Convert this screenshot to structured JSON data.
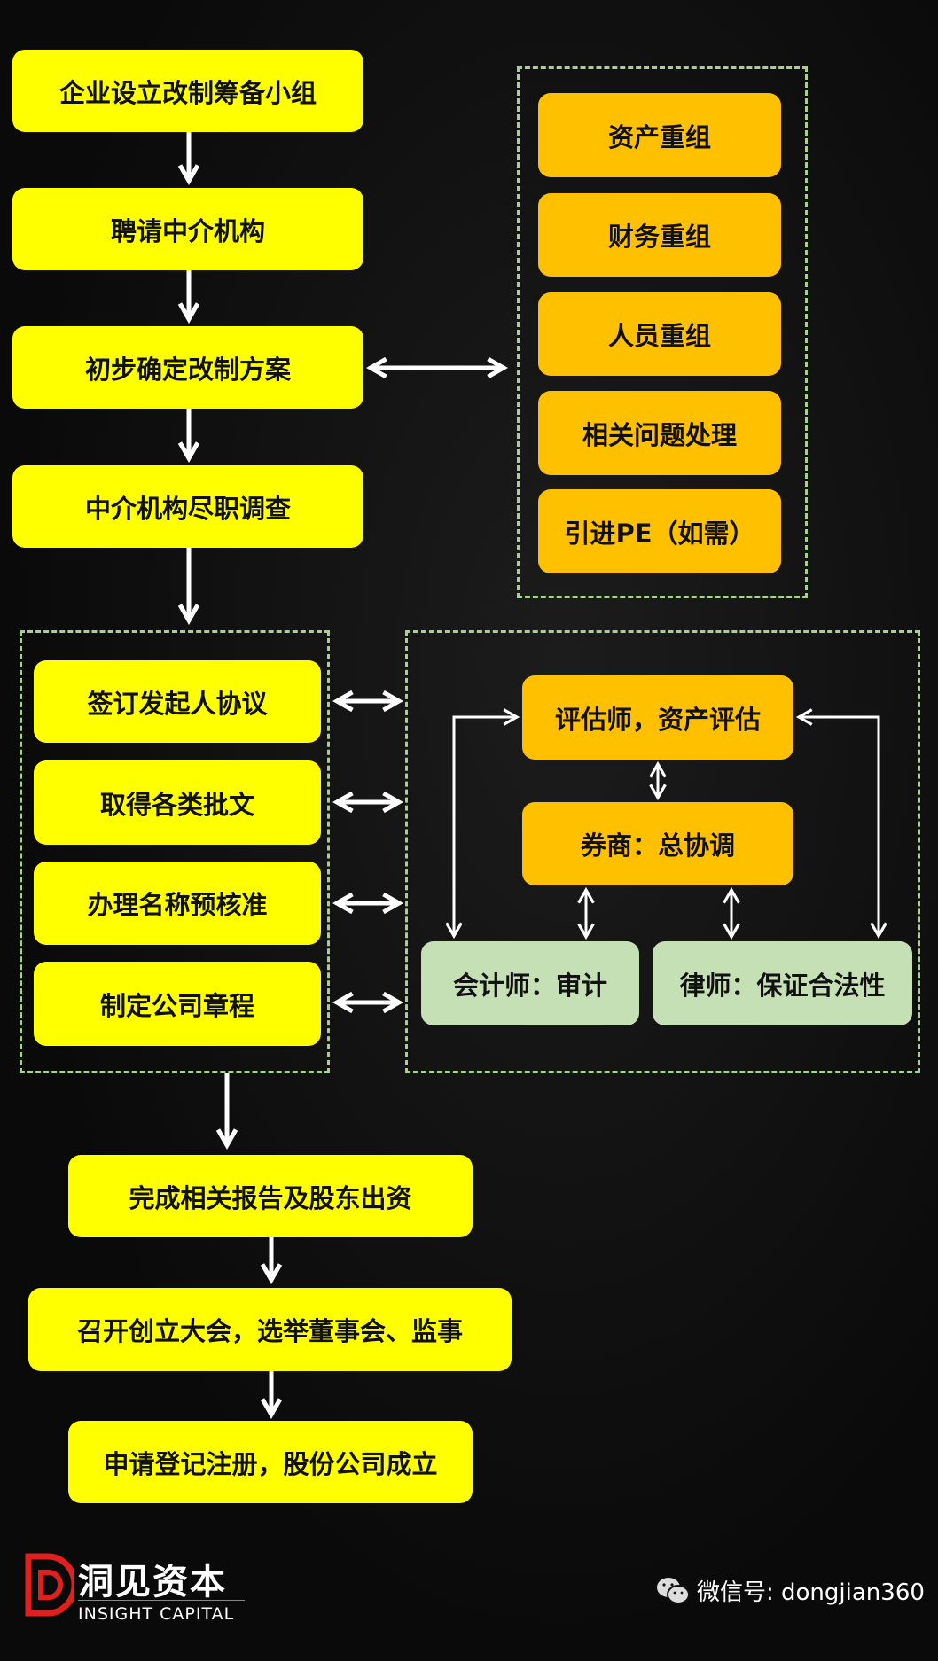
{
  "main_flow": [
    "企业设立改制筹备小组",
    "聘请中介机构",
    "初步确定改制方案",
    "中介机构尽职调查"
  ],
  "restructuring": [
    "资产重组",
    "财务重组",
    "人员重组",
    "相关问题处理",
    "引进PE（如需）"
  ],
  "preparation": [
    "签订发起人协议",
    "取得各类批文",
    "办理名称预核准",
    "制定公司章程"
  ],
  "intermediaries": {
    "appraiser": "评估师，资产评估",
    "broker": "券商：总协调",
    "accountant": "会计师：审计",
    "lawyer": "律师：保证合法性"
  },
  "final_flow": [
    "完成相关报告及股东出资",
    "召开创立大会，选举董事会、监事",
    "申请登记注册，股份公司成立"
  ],
  "footer": {
    "brand_cn": "洞见资本",
    "brand_en": "INSIGHT CAPITAL",
    "wechat": "微信号: dongjian360"
  },
  "colors": {
    "yellow": "#ffff00",
    "orange": "#ffc000",
    "green": "#c5e0b4",
    "dash": "#a9d18e"
  }
}
